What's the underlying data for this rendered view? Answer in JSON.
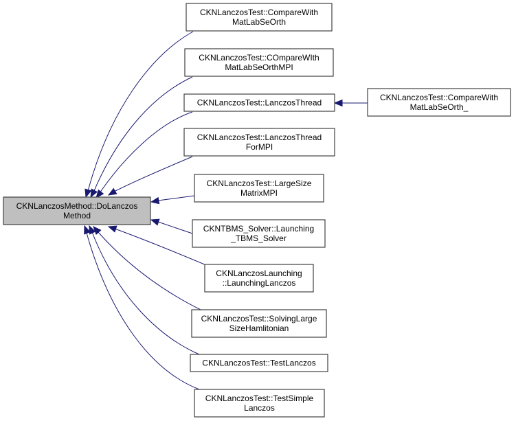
{
  "diagram": {
    "type": "doxygen-caller-graph",
    "colors": {
      "focus_fill": "#bfbfbf",
      "node_fill": "#ffffff",
      "node_border": "#404040",
      "edge": "#191970"
    },
    "focus_node": {
      "id": "n0",
      "lines": [
        "CKNLanczosMethod::DoLanczos",
        "Method"
      ]
    },
    "nodes": [
      {
        "id": "n1",
        "lines": [
          "CKNLanczosTest::CompareWith",
          "MatLabSeOrth"
        ]
      },
      {
        "id": "n2",
        "lines": [
          "CKNLanczosTest::COmpareWIth",
          "MatLabSeOrthMPI"
        ]
      },
      {
        "id": "n3",
        "lines": [
          "CKNLanczosTest::LanczosThread"
        ]
      },
      {
        "id": "n4",
        "lines": [
          "CKNLanczosTest::LanczosThread",
          "ForMPI"
        ]
      },
      {
        "id": "n5",
        "lines": [
          "CKNLanczosTest::LargeSize",
          "MatrixMPI"
        ]
      },
      {
        "id": "n6",
        "lines": [
          "CKNTBMS_Solver::Launching",
          "_TBMS_Solver"
        ]
      },
      {
        "id": "n7",
        "lines": [
          "CKNLanczosLaunching",
          "::LaunchingLanczos"
        ]
      },
      {
        "id": "n8",
        "lines": [
          "CKNLanczosTest::SolvingLarge",
          "SizeHamlitonian"
        ]
      },
      {
        "id": "n9",
        "lines": [
          "CKNLanczosTest::TestLanczos"
        ]
      },
      {
        "id": "n10",
        "lines": [
          "CKNLanczosTest::TestSimple",
          "Lanczos"
        ]
      },
      {
        "id": "n11",
        "lines": [
          "CKNLanczosTest::CompareWith",
          "MatLabSeOrth_"
        ]
      }
    ],
    "edges": [
      {
        "from": "n1",
        "to": "n0"
      },
      {
        "from": "n2",
        "to": "n0"
      },
      {
        "from": "n3",
        "to": "n0"
      },
      {
        "from": "n4",
        "to": "n0"
      },
      {
        "from": "n5",
        "to": "n0"
      },
      {
        "from": "n6",
        "to": "n0"
      },
      {
        "from": "n7",
        "to": "n0"
      },
      {
        "from": "n8",
        "to": "n0"
      },
      {
        "from": "n9",
        "to": "n0"
      },
      {
        "from": "n10",
        "to": "n0"
      },
      {
        "from": "n11",
        "to": "n3"
      }
    ]
  }
}
